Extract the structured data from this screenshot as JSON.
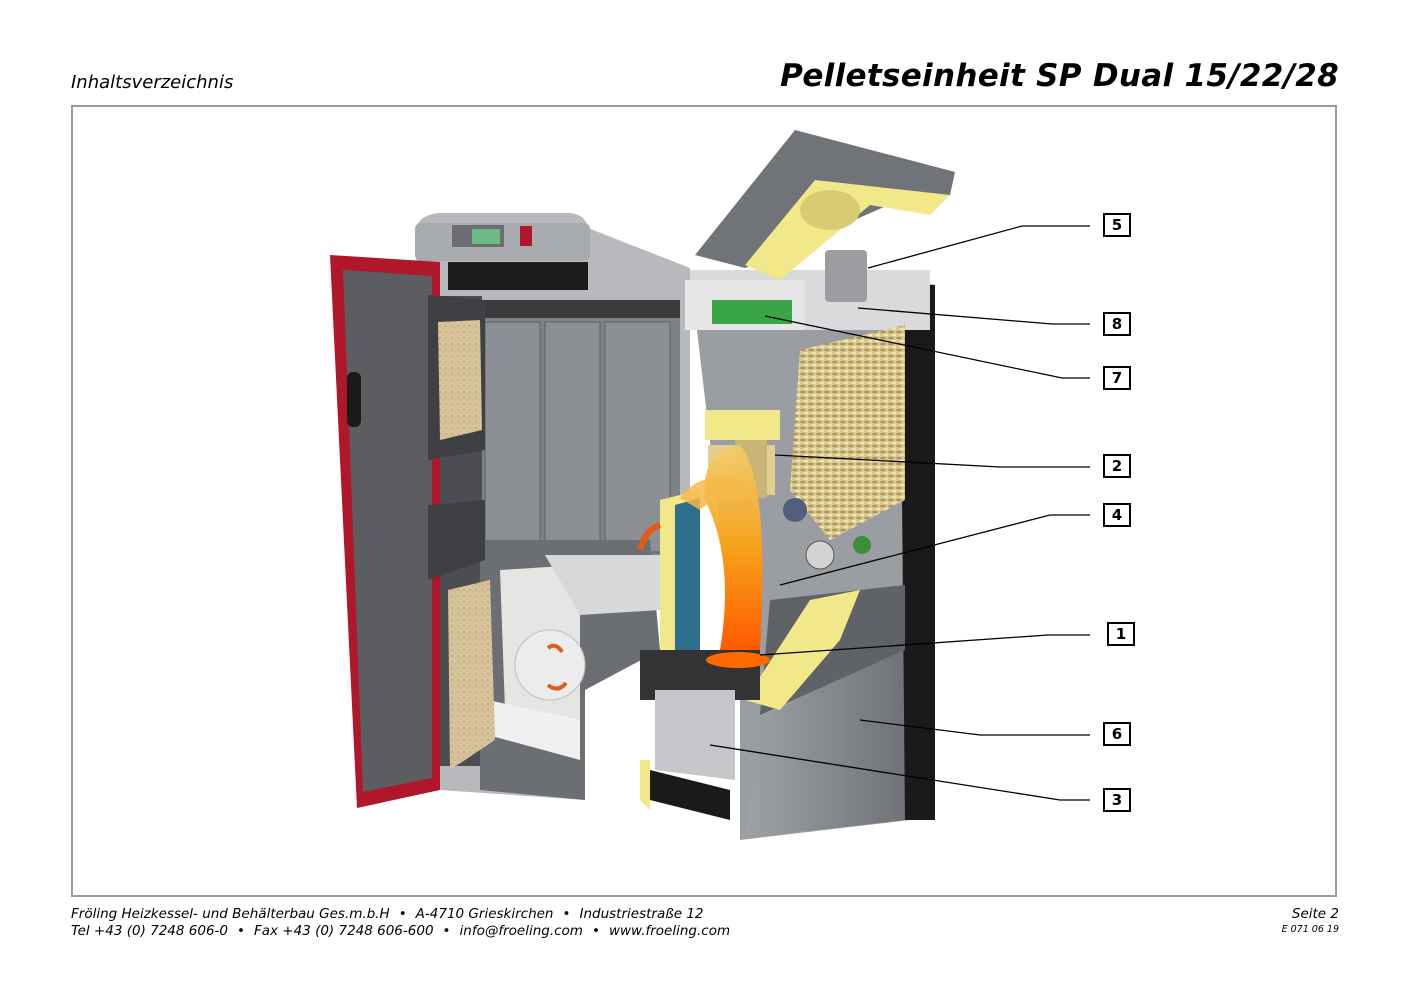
{
  "header": {
    "left": "Inhaltsverzeichnis",
    "title": "Pelletseinheit SP Dual 15/22/28"
  },
  "callouts": [
    "5",
    "8",
    "7",
    "2",
    "4",
    "1",
    "6",
    "3"
  ],
  "footer": {
    "company": "Fröling Heizkessel- und Behälterbau Ges.m.b.H",
    "address_city": "A-4710 Grieskirchen",
    "address_street": "Industriestraße 12",
    "tel": "Tel +43 (0) 7248 606-0",
    "fax": "Fax +43 (0) 7248 606-600",
    "email": "info@froeling.com",
    "web": "www.froeling.com",
    "page": "Seite 2",
    "doc_code": "E 071 06 19"
  },
  "colors": {
    "door_red": "#b0172a",
    "metal_grey": "#8c8f94",
    "insulation_yellow": "#f1e889",
    "flame_orange": "#f5a623",
    "pellets": "#d8c48c",
    "frame_border": "#9a9a9a"
  }
}
